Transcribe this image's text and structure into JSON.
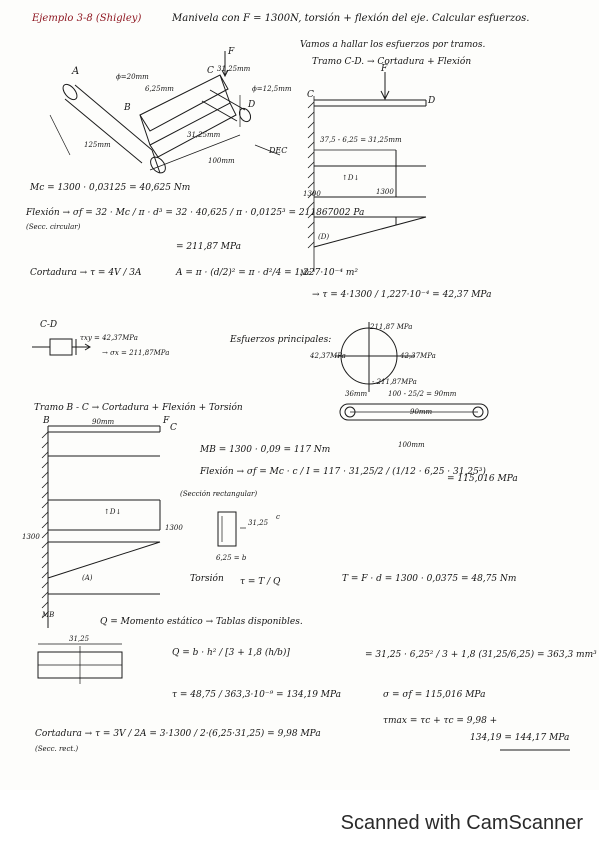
{
  "header": {
    "title": "Ejemplo 3-8 (Shigley)",
    "statement": "Manivela con F = 1300N, torsión + flexión del eje. Calcular esfuerzos.",
    "intro": "Vamos a hallar los esfuerzos por tramos."
  },
  "crank": {
    "labels": {
      "A": "A",
      "B": "B",
      "C": "C",
      "D": "D",
      "F": "F",
      "dec": "DEC"
    },
    "dims": {
      "d_small": "ϕ=20mm",
      "d_large": "ϕ=12,5mm",
      "w": "6,25mm",
      "h": "31,25mm",
      "L1": "125mm",
      "L2": "100mm",
      "top": "31,25mm"
    }
  },
  "tramo_cd": {
    "heading": "Tramo C-D. → Cortadura + Flexión",
    "labels": {
      "C": "C",
      "D": "D",
      "F": "F"
    },
    "dim": "37,5 - 6,25 = 31,25mm",
    "v_label": "1300",
    "v_value": "1300",
    "m_label": "Mc",
    "moment": "Mc = 1300 · 0,03125 = 40,625 Nm",
    "flexion": "Flexión → σf = 32 · Mc / π · d³ = 32 · 40,625 / π · 0,0125³ = 211867002 Pa",
    "section": "(Secc. circular)",
    "sigma_f": "= 211,87 MPa",
    "cort_a": "Cortadura → τ = 4V / 3A",
    "cort_b": "A = π · (d/2)² = π · d²/4 = 1,227·10⁻⁴ m²",
    "cort_c": "→ τ = 4·1300 / 1,227·10⁻⁴ = 42,37 MPa"
  },
  "mohr": {
    "element_label": "C-D",
    "tau_xy": "τxy = 42,37MPa",
    "sigma_x": "→ σx = 211,87MPa",
    "heading": "Esfuerzos principales:",
    "top": "211,87 MPa",
    "left": "42,37MPa",
    "right": "42,37MPa",
    "bottom": "- 211,87MPa"
  },
  "tramo_bc": {
    "heading": "Tramo B - C → Cortadura + Flexión + Torsión",
    "labels": {
      "B": "B",
      "C": "C",
      "F": "F"
    },
    "dim_top": "90mm",
    "dims_small": [
      "36mm",
      "100 - 25/2 = 90mm",
      "90mm",
      "100mm"
    ],
    "moment": "MB = 1300 · 0,09 = 117 Nm",
    "flexion": "Flexión → σf = Mc · c / I = 117 · 31,25/2 / (1/12 · 6,25 · 31,25³)",
    "sigma_f": "= 115,016 MPa",
    "section": "(Sección rectangular)",
    "section_dims": {
      "h": "31,25",
      "b": "6,25 = b",
      "c": "c"
    },
    "v_label": "1300",
    "v_value": "1300",
    "m_label": "MB",
    "torsion_word": "Torsión",
    "torsion_formula": "τ = T / Q",
    "torque": "T = F · d = 1300 · 0,0375 = 48,75 Nm",
    "q_line": "Q = Momento estático → Tablas disponibles.",
    "q_formula": "Q = b · h² / [3 + 1,8 (h/b)]",
    "q_value": "= 31,25 · 6,25² / 3 + 1,8 (31,25/6,25) = 363,3 mm³",
    "tau_t": "τ = 48,75 / 363,3·10⁻⁹ = 134,19 MPa",
    "sigma": "σ = σf = 115,016 MPa",
    "cort": "Cortadura → τ = 3V / 2A = 3·1300 / 2·(6,25·31,25) = 9,98 MPa",
    "cort_sec": "(Secc. rect.)",
    "tau_sum": "τmax = τc + τc = 9,98 +",
    "tau_sum2": "134,19 = 144,17 MPa"
  },
  "footer": "Scanned with CamScanner"
}
